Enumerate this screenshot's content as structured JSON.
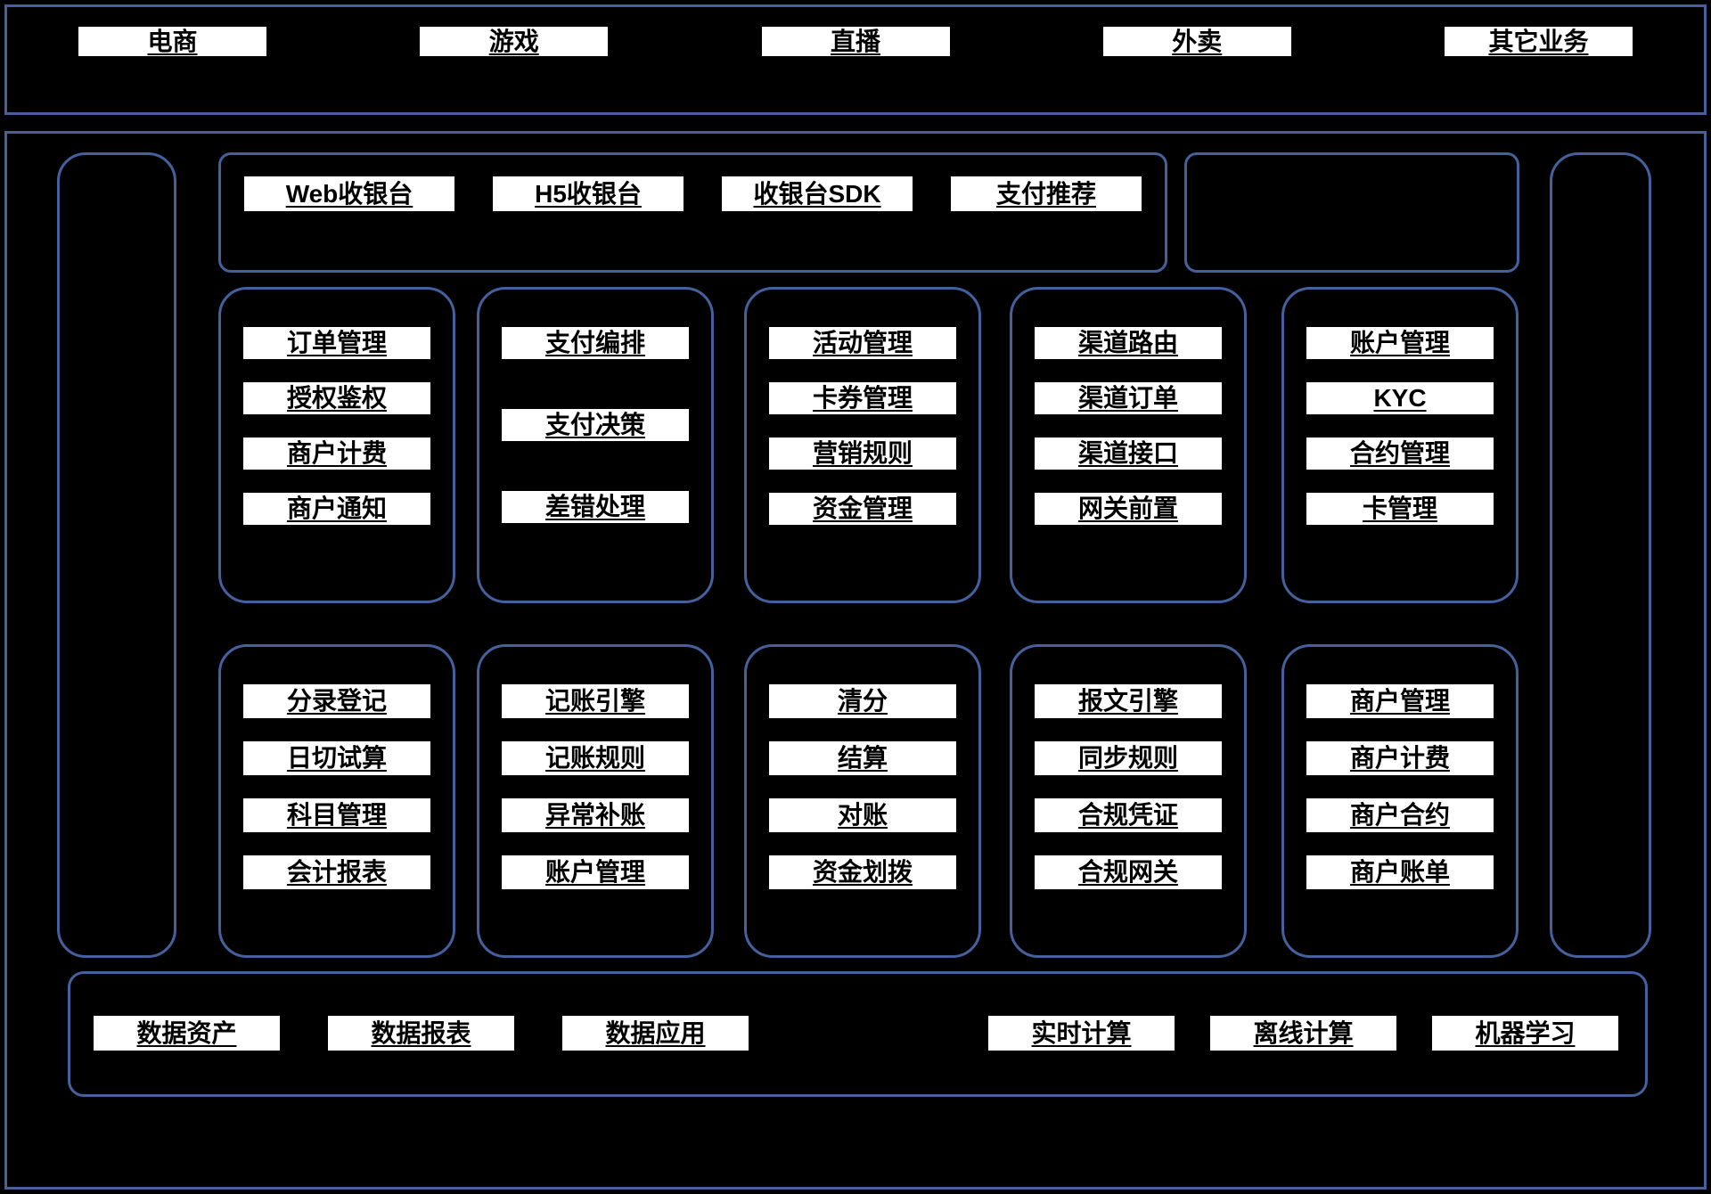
{
  "colors": {
    "background": "#000000",
    "frame_border": "#44619e",
    "node_background": "#ffffff",
    "node_border": "#000000",
    "node_text": "#000000"
  },
  "business_layer": {
    "items": [
      "电商",
      "游戏",
      "直播",
      "外卖",
      "其它业务"
    ]
  },
  "product_layer": {
    "items": [
      "Web收银台",
      "H5收银台",
      "收银台SDK",
      "支付推荐"
    ]
  },
  "payment_core": {
    "columns": [
      {
        "items": [
          "订单管理",
          "授权鉴权",
          "商户计费",
          "商户通知"
        ]
      },
      {
        "items": [
          "支付编排",
          "支付决策",
          "差错处理"
        ]
      },
      {
        "items": [
          "活动管理",
          "卡券管理",
          "营销规则",
          "资金管理"
        ]
      },
      {
        "items": [
          "渠道路由",
          "渠道订单",
          "渠道接口",
          "网关前置"
        ]
      },
      {
        "items": [
          "账户管理",
          "KYC",
          "合约管理",
          "卡管理"
        ]
      }
    ]
  },
  "settlement_core": {
    "columns": [
      {
        "items": [
          "分录登记",
          "日切试算",
          "科目管理",
          "会计报表"
        ]
      },
      {
        "items": [
          "记账引擎",
          "记账规则",
          "异常补账",
          "账户管理"
        ]
      },
      {
        "items": [
          "清分",
          "结算",
          "对账",
          "资金划拨"
        ]
      },
      {
        "items": [
          "报文引擎",
          "同步规则",
          "合规凭证",
          "合规网关"
        ]
      },
      {
        "items": [
          "商户管理",
          "商户计费",
          "商户合约",
          "商户账单"
        ]
      }
    ]
  },
  "data_layer": {
    "left_items": [
      "数据资产",
      "数据报表",
      "数据应用"
    ],
    "right_items": [
      "实时计算",
      "离线计算",
      "机器学习"
    ]
  }
}
